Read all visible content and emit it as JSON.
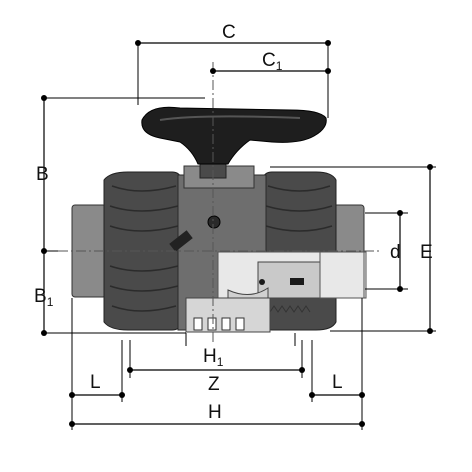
{
  "dimensions": {
    "C": "C",
    "C1": "C",
    "C1_sub": "1",
    "B": "B",
    "B1": "B",
    "B1_sub": "1",
    "E": "E",
    "d": "d",
    "H1": "H",
    "H1_sub": "1",
    "L_left": "L",
    "L_right": "L",
    "Z": "Z",
    "H": "H"
  },
  "colors": {
    "body": "#4a4a4a",
    "body_mid": "#6e6e6e",
    "cutaway": "#e8e8e8",
    "lines": "#000000"
  },
  "icons": [
    "ball-valve-drawing",
    "handle-icon"
  ]
}
